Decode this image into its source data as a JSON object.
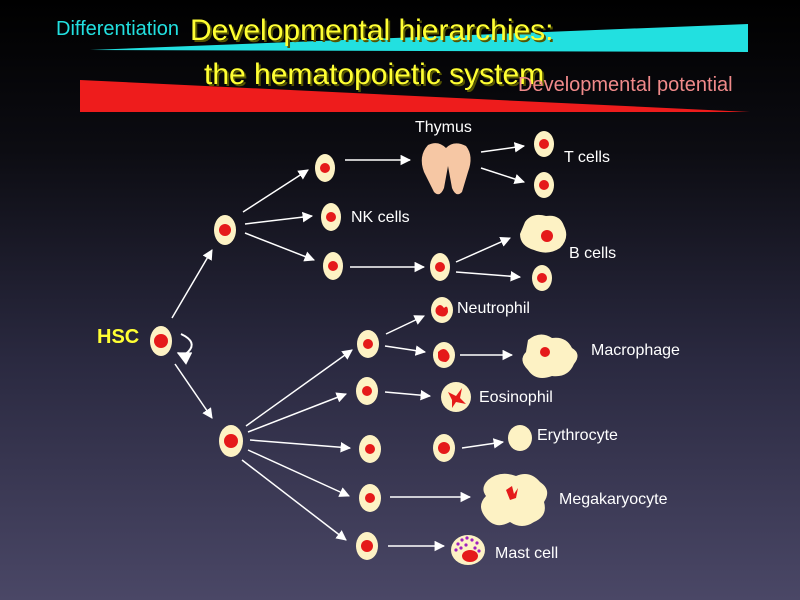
{
  "title": {
    "line1": "Developmental hierarchies:",
    "line2": "the hematopoietic system"
  },
  "wedges": {
    "differentiation_label": "Differentiation",
    "potential_label": "Developmental potential",
    "differentiation_color": "#22e0e0",
    "potential_color": "#ee1c1c"
  },
  "labels": {
    "hsc": "HSC",
    "thymus": "Thymus",
    "t_cells": "T cells",
    "nk_cells": "NK cells",
    "b_cells": "B cells",
    "neutrophil": "Neutrophil",
    "macrophage": "Macrophage",
    "eosinophil": "Eosinophil",
    "erythrocyte": "Erythrocyte",
    "megakaryocyte": "Megakaryocyte",
    "mast_cell": "Mast cell"
  },
  "colors": {
    "cell_fill": "#fdf2c4",
    "nucleus": "#e51a1a",
    "arrow": "#ffffff",
    "hsc_label": "#ffff33",
    "granule": "#a020c0"
  }
}
